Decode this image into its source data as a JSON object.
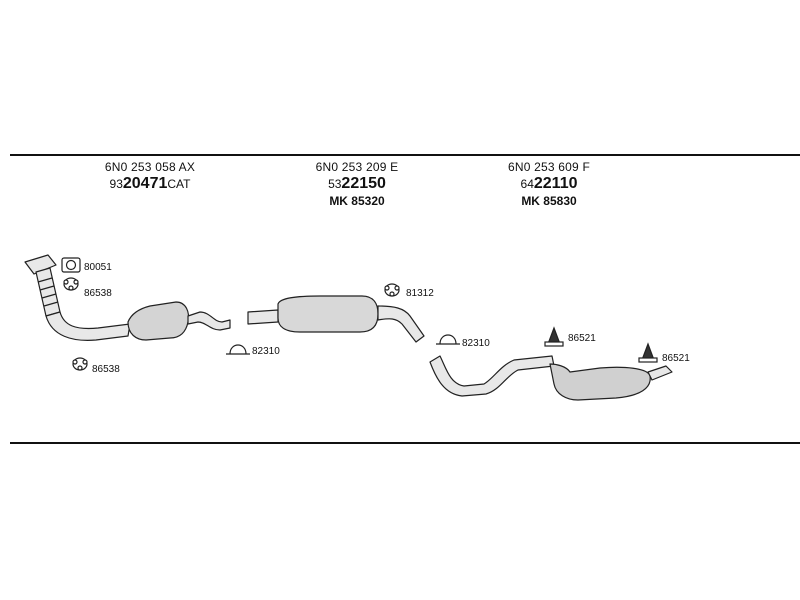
{
  "sections": [
    {
      "oem": "6N0 253 058 AX",
      "num_prefix": "93",
      "num_main": "20471",
      "num_suffix": "CAT",
      "mk": ""
    },
    {
      "oem": "6N0 253 209 E",
      "num_prefix": "53",
      "num_main": "22150",
      "num_suffix": "",
      "mk": "MK 85320"
    },
    {
      "oem": "6N0 253 609 F",
      "num_prefix": "64",
      "num_main": "22110",
      "num_suffix": "",
      "mk": "MK 85830"
    }
  ],
  "parts": {
    "p80051": "80051",
    "p86538a": "86538",
    "p86538b": "86538",
    "p82310a": "82310",
    "p81312": "81312",
    "p82310b": "82310",
    "p86521a": "86521",
    "p86521b": "86521"
  },
  "icons": [
    "gasket-icon",
    "clamp-icon",
    "hanger-icon",
    "rubber-mount-icon"
  ]
}
